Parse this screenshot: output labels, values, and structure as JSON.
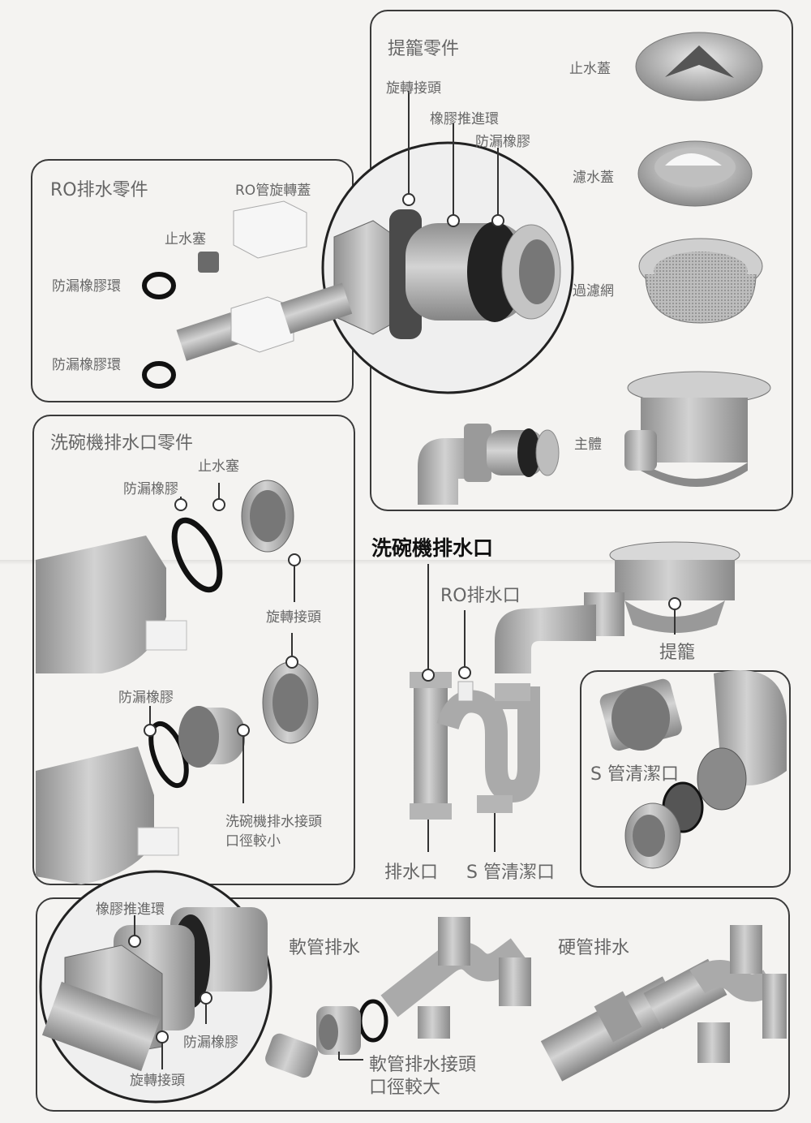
{
  "panels": {
    "lift_basket": {
      "title": "提籠零件",
      "swivel": "旋轉接頭",
      "push_ring": "橡膠推進環",
      "gasket": "防漏橡膠",
      "stopper_cap": "止水蓋",
      "drain_cap": "濾水蓋",
      "filter": "過濾網",
      "body": "主體"
    },
    "ro_drain": {
      "title": "RO排水零件",
      "cap": "RO管旋轉蓋",
      "plug": "止水塞",
      "ring1": "防漏橡膠環",
      "ring2": "防漏橡膠環"
    },
    "dishwasher": {
      "title": "洗碗機排水口零件",
      "plug": "止水塞",
      "gasket1": "防漏橡膠",
      "swivel": "旋轉接頭",
      "gasket2": "防漏橡膠",
      "joint_line1": "洗碗機排水接頭",
      "joint_line2": "口徑較小"
    },
    "center": {
      "heading": "洗碗機排水口",
      "ro_outlet": "RO排水口",
      "basket": "提籠",
      "outlet": "排水口",
      "s_clean": "S 管清潔口"
    },
    "s_pipe": {
      "label": "S 管清潔口"
    },
    "bottom": {
      "push_ring": "橡膠推進環",
      "gasket": "防漏橡膠",
      "swivel": "旋轉接頭",
      "soft": "軟管排水",
      "hard": "硬管排水",
      "soft_joint_line1": "軟管排水接頭",
      "soft_joint_line2": "口徑較大"
    }
  },
  "colors": {
    "pipe": "#b9b9b9",
    "border": "#3a3a3a",
    "steel": "#d9d9d9",
    "rubber": "#1f1f1f"
  }
}
